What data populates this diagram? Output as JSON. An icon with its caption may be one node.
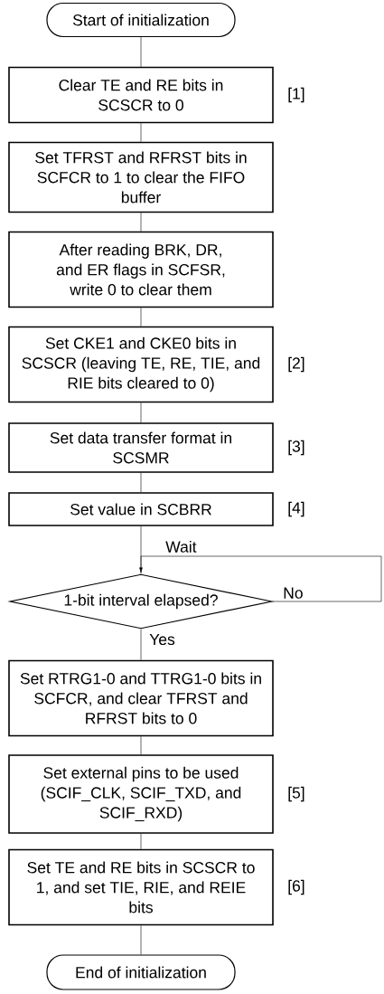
{
  "diagram": {
    "nodes": [
      {
        "text": [
          "Start of initialization"
        ]
      },
      {
        "text": [
          "Clear TE and RE bits in SCSCR to 0"
        ],
        "beside": [
          "[1]"
        ]
      },
      {
        "text": [
          "Set TFRST and RFRST bits in SCFCR to 1 to clear the FIFO buffer"
        ]
      },
      {
        "text": [
          "After reading BRK, DR, and ER flags in SCFSR, write 0 to clear them"
        ]
      },
      {
        "text": [
          "Set CKE1 and CKE0 bits in SCSCR (leaving TE, RE, TIE, and RIE bits cleared to 0)"
        ],
        "beside": [
          "[2]"
        ]
      },
      {
        "text": [
          "Set data transfer format in SCSMR"
        ],
        "beside": [
          "[3]"
        ]
      },
      {
        "text": [
          "Set value in SCBRR"
        ],
        "beside": [
          "[4]"
        ]
      },
      {
        "text": [
          "1-bit interval elapsed?"
        ]
      },
      {
        "text": [
          "Set RTRG1-0 and TTRG1-0 bits in SCFCR, and clear TFRST and RFRST bits to 0"
        ]
      },
      {
        "text": [
          "Set external pins to be used (SCIF_CLK, SCIF_TXD, and SCIF_RXD)"
        ],
        "beside": [
          "[5]"
        ]
      },
      {
        "text": [
          "Set TE and RE bits in SCSCR to 1, and set TIE, RIE, and REIE bits"
        ],
        "beside": [
          "[6]"
        ]
      },
      {
        "text": [
          "End of initialization"
        ]
      }
    ],
    "edges": [
      {
        "from": 0,
        "to": 1,
        "arrow": "none"
      },
      {
        "from": 1,
        "to": 2,
        "arrow": "none"
      },
      {
        "from": 2,
        "to": 3,
        "arrow": "none"
      },
      {
        "from": 3,
        "to": 4,
        "arrow": "none"
      },
      {
        "from": 4,
        "to": 5,
        "arrow": "none"
      },
      {
        "from": 5,
        "to": 6,
        "arrow": "none"
      },
      {
        "from": 6,
        "to": 7,
        "arrow": "none"
      },
      {
        "from": 7,
        "to": 7,
        "arrow": "to",
        "label": "No"
      },
      {
        "from": 7,
        "to": 8,
        "arrow": "none",
        "label": "Yes"
      },
      {
        "from": 8,
        "to": 9,
        "arrow": "none"
      },
      {
        "from": 9,
        "to": 10,
        "arrow": "none"
      },
      {
        "from": 10,
        "to": 11,
        "arrow": "none"
      }
    ],
    "labels": [
      "Wait"
    ]
  }
}
